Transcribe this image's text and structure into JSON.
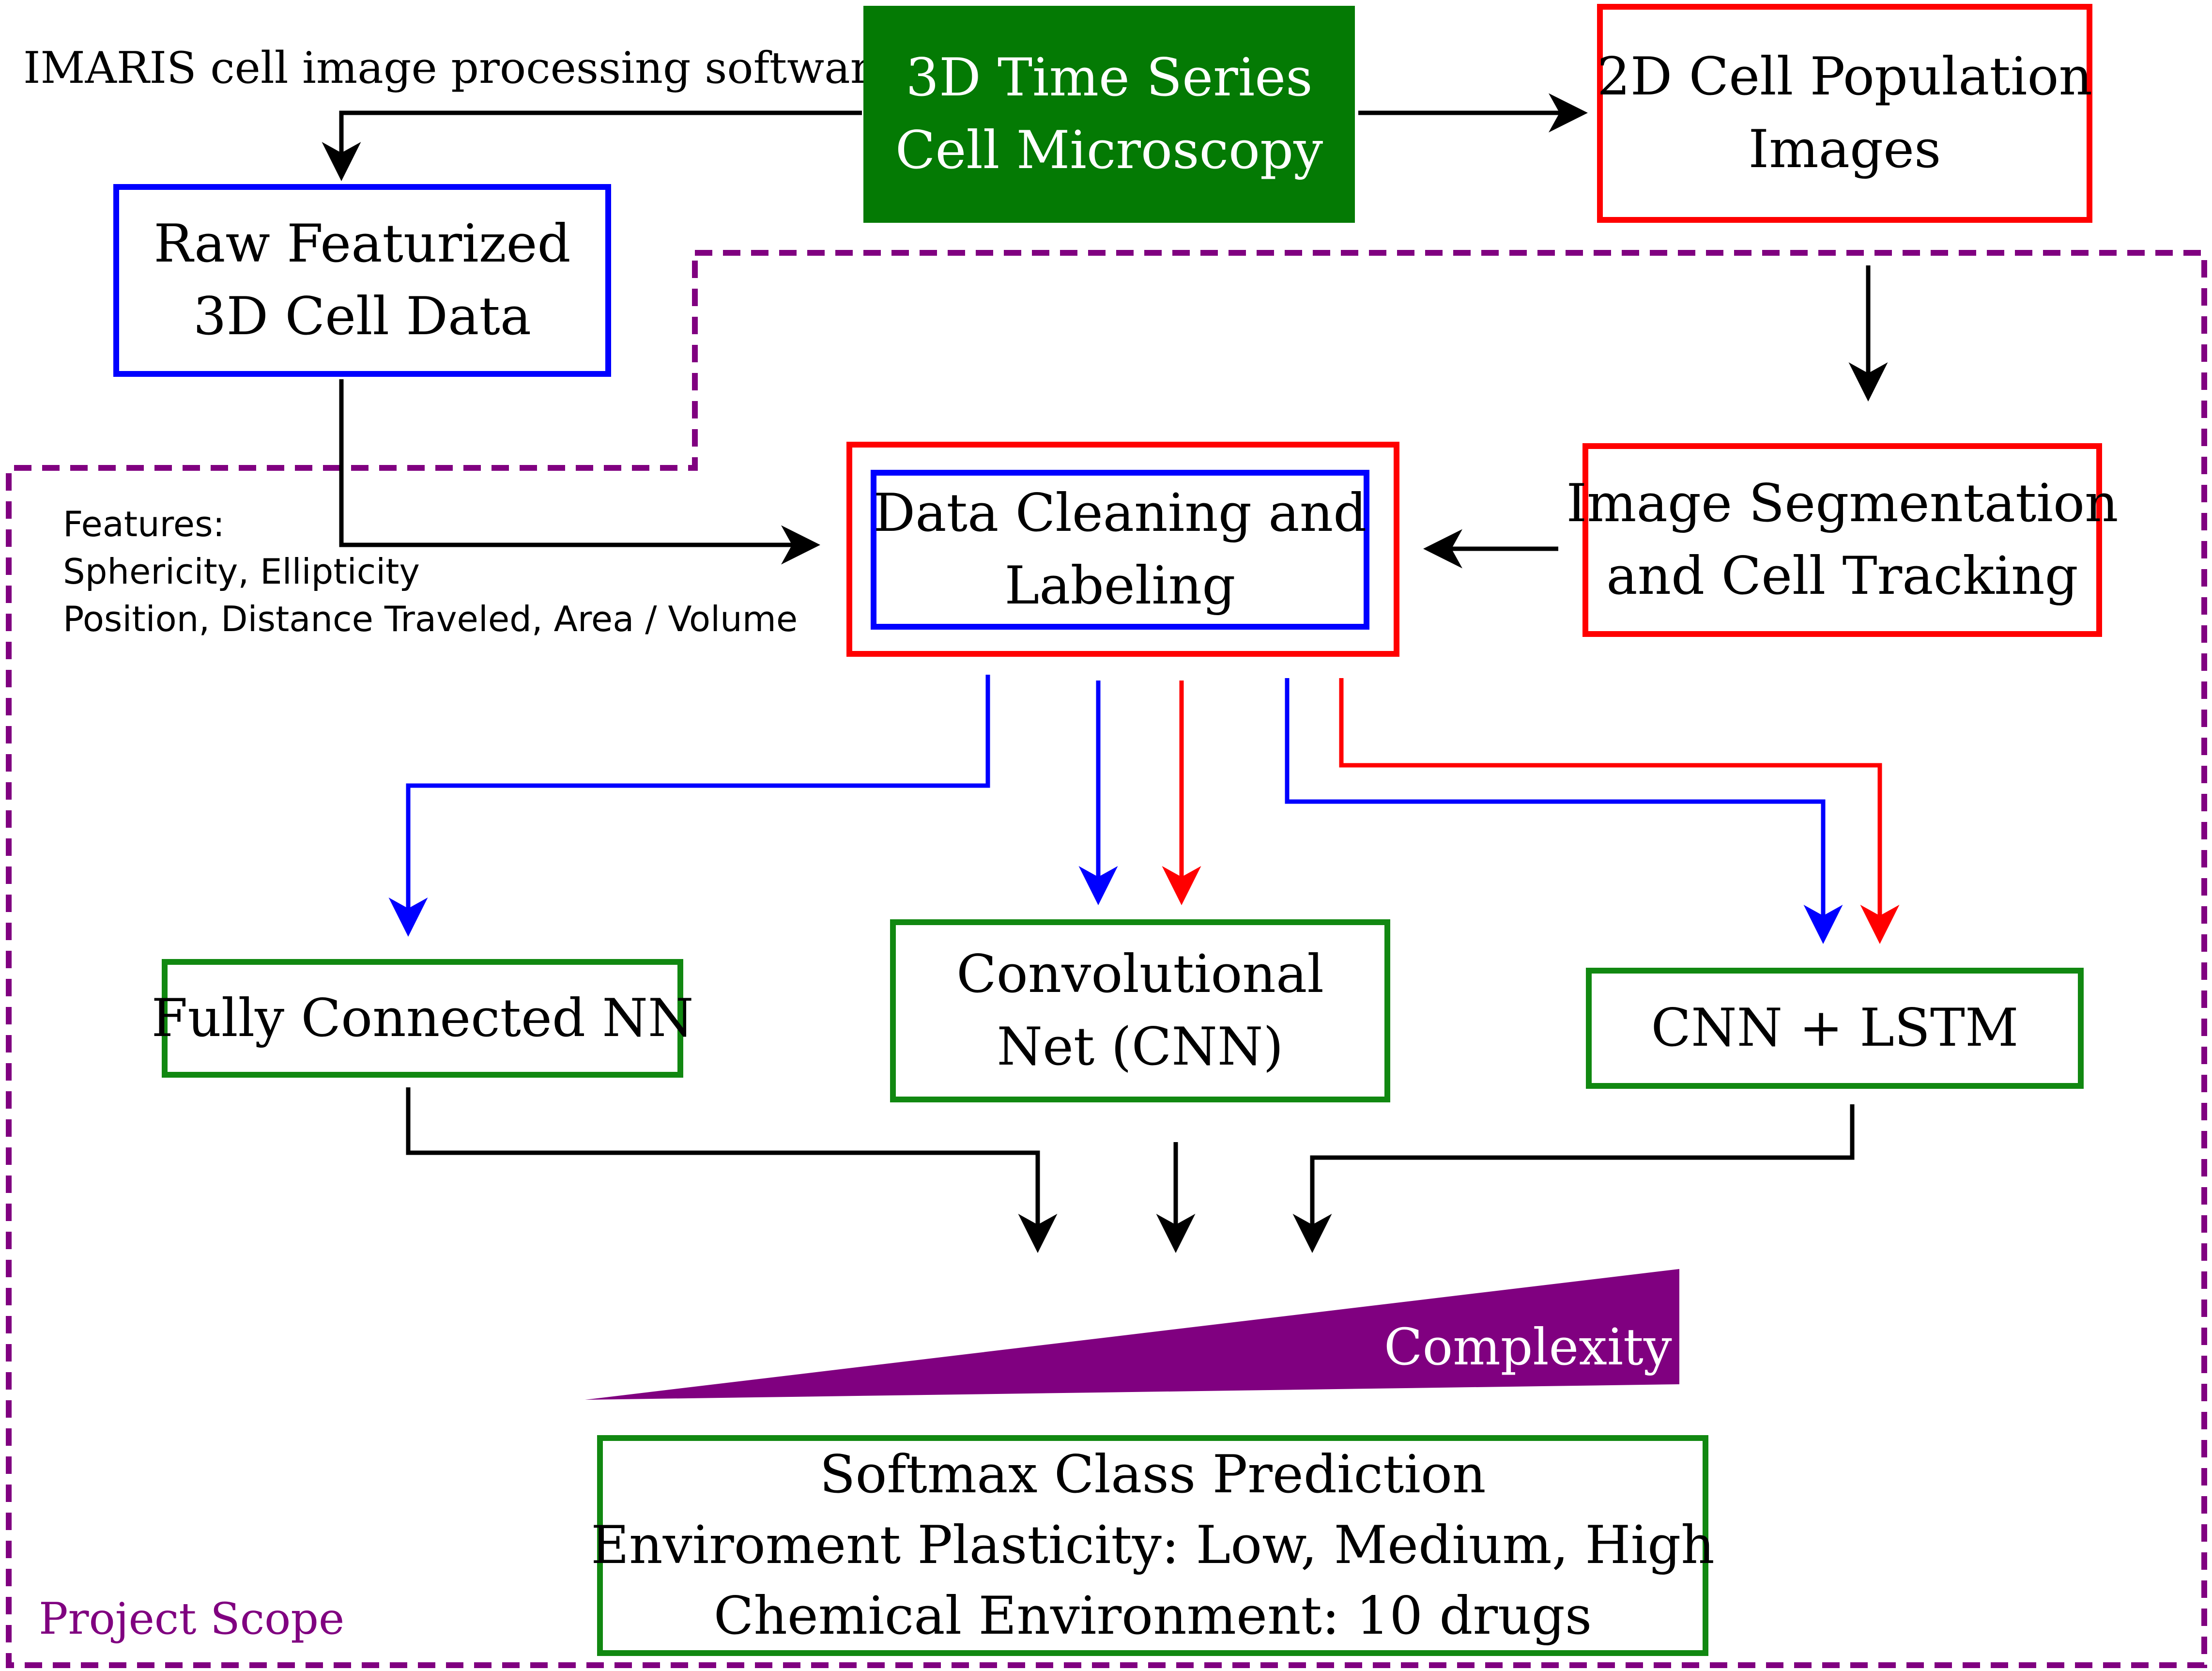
{
  "software_label": "IMARIS cell image processing software",
  "microscopy": {
    "line1": "3D Time Series",
    "line2": "Cell Microscopy"
  },
  "population_images": {
    "line1": "2D Cell Population",
    "line2": "Images"
  },
  "raw_data": {
    "line1": "Raw Featurized",
    "line2": "3D Cell Data"
  },
  "features": {
    "heading": "Features:",
    "line1": "Sphericity, Ellipticity",
    "line2": "Position, Distance Traveled, Area / Volume"
  },
  "cleaning": {
    "line1": "Data Cleaning and",
    "line2": "Labeling"
  },
  "segmentation": {
    "line1": "Image Segmentation",
    "line2": "and Cell Tracking"
  },
  "fc_nn": "Fully Connected NN",
  "cnn": {
    "line1": "Convolutional",
    "line2": "Net (CNN)"
  },
  "cnn_lstm": "CNN + LSTM",
  "complexity": "Complexity",
  "softmax": {
    "line1": "Softmax Class Prediction",
    "line2": "Enviroment Plasticity: Low, Medium, High",
    "line3": "Chemical Environment: 10 drugs"
  },
  "scope_label": "Project Scope",
  "colors": {
    "raw_path": "#0000ff",
    "image_path": "#ff0000",
    "model_box": "#118811",
    "source_fill": "#047a04",
    "scope": "#800080",
    "arrow": "#000000"
  }
}
